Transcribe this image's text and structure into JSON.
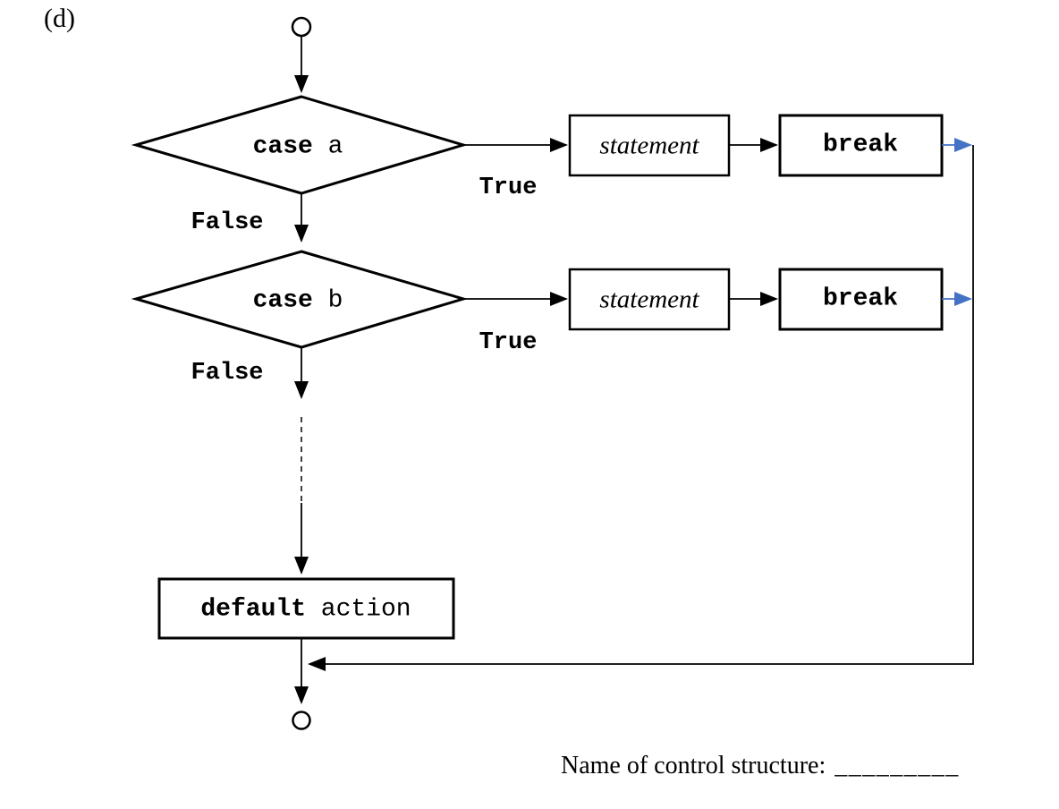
{
  "page": {
    "part_label": "(d)"
  },
  "colors": {
    "ink": "#000000",
    "break_exit_arrow": "#4472c4"
  },
  "flowchart": {
    "cases": [
      {
        "keyword": "case",
        "operand": "a",
        "true_label": "True",
        "false_label": "False",
        "statement": "statement",
        "break": "break"
      },
      {
        "keyword": "case",
        "operand": "b",
        "true_label": "True",
        "false_label": "False",
        "statement": "statement",
        "break": "break"
      }
    ],
    "default_node": {
      "keyword": "default",
      "operand": "action"
    }
  },
  "footer": {
    "question": "Name of control structure:",
    "answer_blank": "_________"
  }
}
